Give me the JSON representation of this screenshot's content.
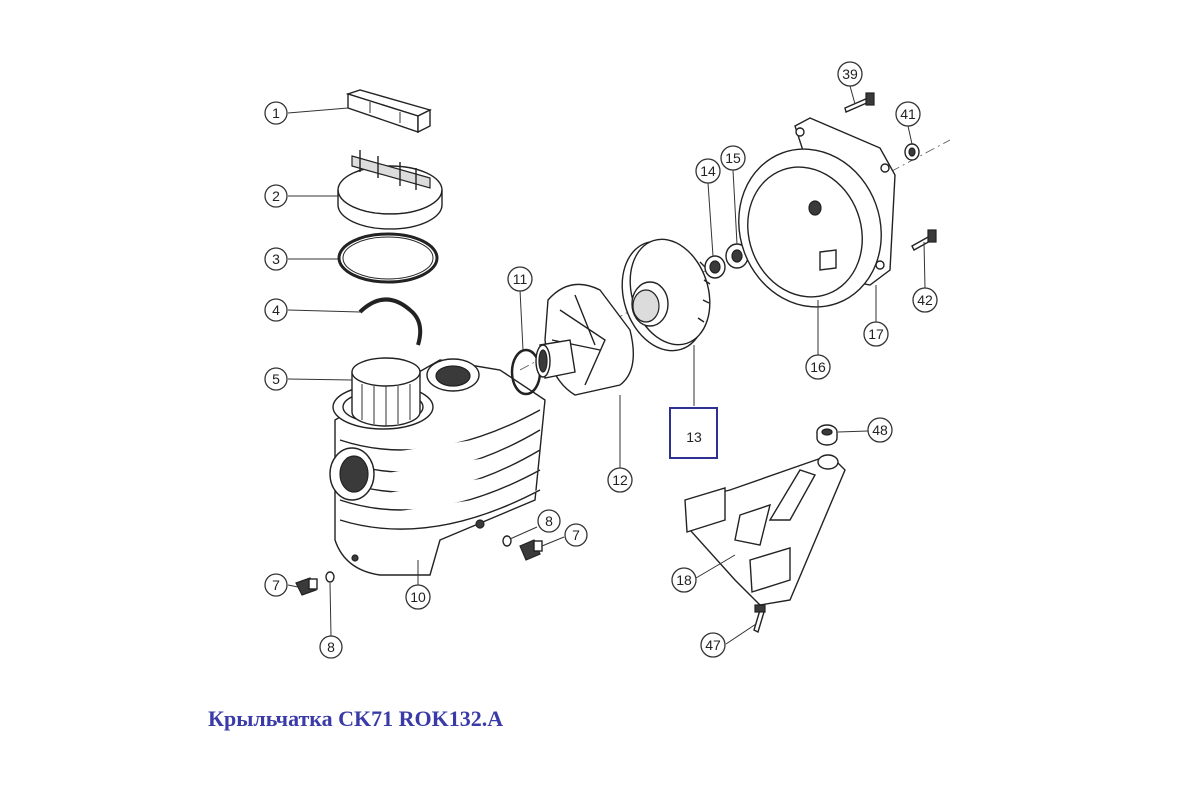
{
  "caption": "Крыльчатка CK71 ROK132.A",
  "colors": {
    "caption": "#3a3aa8",
    "highlight": "#2e3192",
    "ink": "#222222"
  },
  "highlighted_part": "13",
  "callouts": {
    "c1": "1",
    "c2": "2",
    "c3": "3",
    "c4": "4",
    "c5": "5",
    "c7a": "7",
    "c7b": "7",
    "c8a": "8",
    "c8b": "8",
    "c10": "10",
    "c11": "11",
    "c12": "12",
    "c13": "13",
    "c14": "14",
    "c15": "15",
    "c16": "16",
    "c17": "17",
    "c18": "18",
    "c39": "39",
    "c41": "41",
    "c42": "42",
    "c47": "47",
    "c48": "48"
  }
}
